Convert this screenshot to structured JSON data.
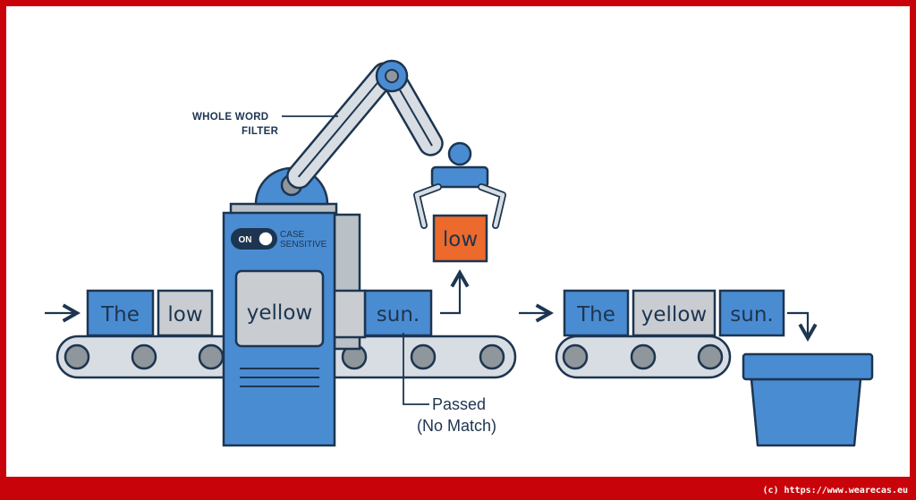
{
  "colors": {
    "outline": "#1d3550",
    "blue_box": "#4a8cd2",
    "gray_box": "#c9cdd1",
    "matched_box": "#ec6a2c",
    "frame": "#c8040a"
  },
  "labels": {
    "filter_line1": "WHOLE WORD",
    "filter_line2": "FILTER",
    "toggle_state": "ON",
    "toggle_line1": "CASE",
    "toggle_line2": "SENSITIVE",
    "passed_line1": "Passed",
    "passed_line2": "(No Match)"
  },
  "input_words": [
    "The",
    "low",
    "yellow",
    "sun."
  ],
  "matched_word": "low",
  "output_words": [
    "The",
    "yellow",
    "sun."
  ],
  "icons": {
    "input_arrow": "arrow-right-icon",
    "output_arrow": "arrow-right-icon",
    "lift_arrow": "arrow-up-icon",
    "drop_arrow": "arrow-down-icon",
    "bin": "collection-bin-icon"
  },
  "copyright": "(c) https://www.wearecas.eu"
}
